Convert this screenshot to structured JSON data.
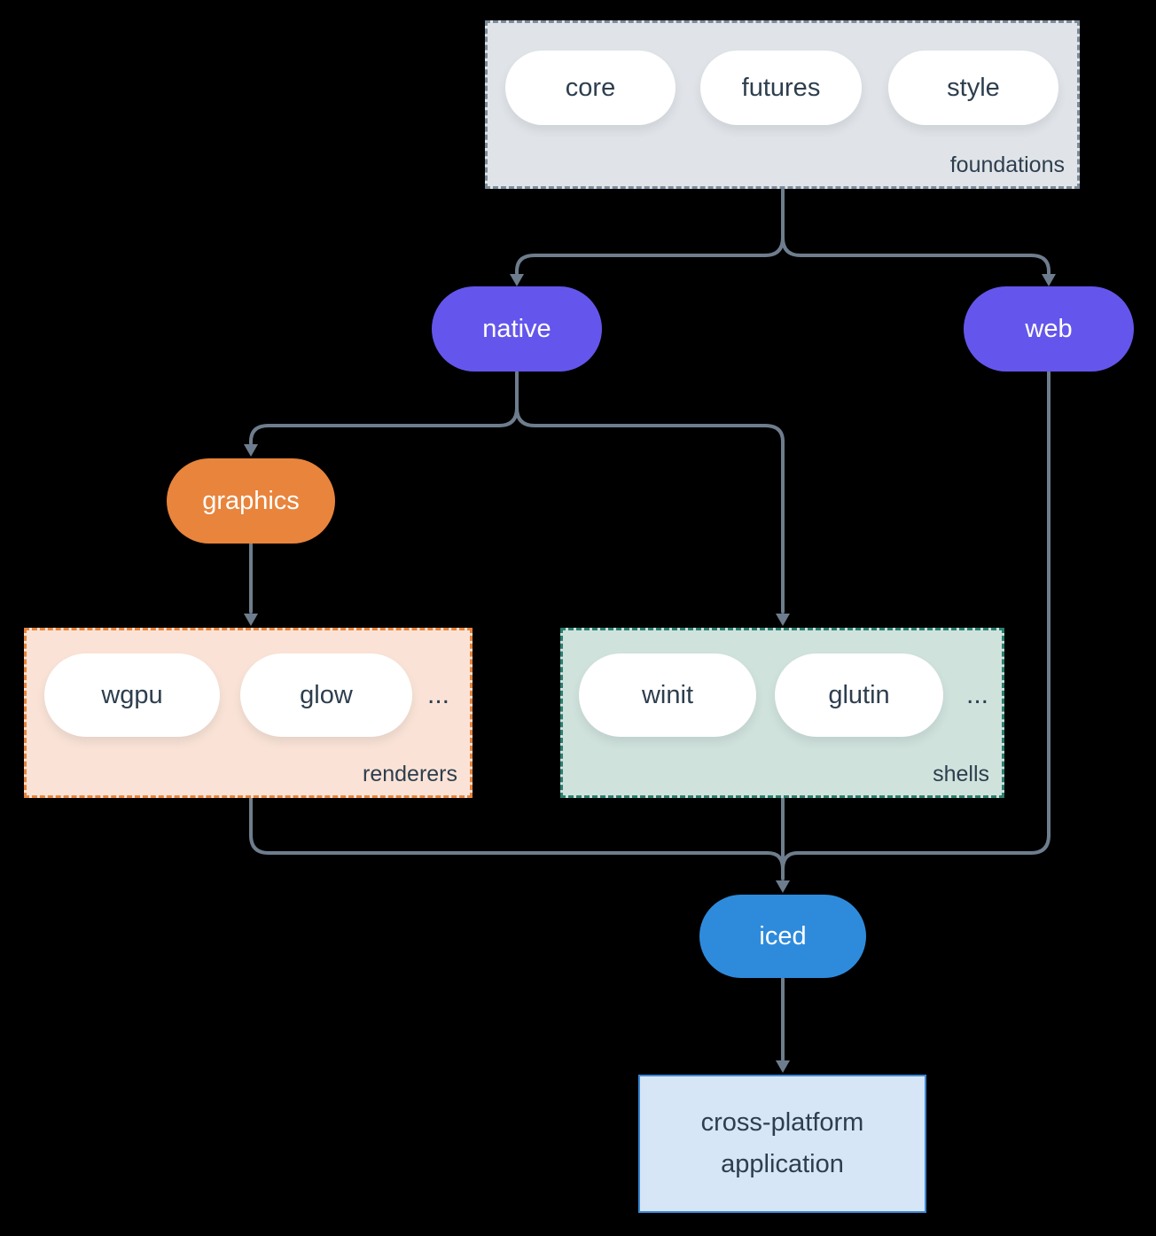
{
  "colors": {
    "background": "#000000",
    "wire": "#6E7D8D",
    "text_dark": "#2D3E4E",
    "node_purple": "#6456EC",
    "node_orange": "#E8843C",
    "node_blue": "#2E8BDC",
    "foundations_fill": "#E0E4E8",
    "foundations_border": "#7C8B9A",
    "renderers_fill": "#FAE3D6",
    "renderers_border": "#E8843C",
    "shells_fill": "#D0E2DC",
    "shells_border": "#2B8070",
    "application_fill": "#D6E6F7",
    "application_border": "#3A87D3"
  },
  "foundations": {
    "label": "foundations",
    "pills": [
      "core",
      "futures",
      "style"
    ]
  },
  "nodes": {
    "native": "native",
    "web": "web",
    "graphics": "graphics",
    "iced": "iced"
  },
  "renderers": {
    "label": "renderers",
    "pills": [
      "wgpu",
      "glow"
    ],
    "ellipsis": "..."
  },
  "shells": {
    "label": "shells",
    "pills": [
      "winit",
      "glutin"
    ],
    "ellipsis": "..."
  },
  "application": {
    "lines": [
      "cross-platform",
      "application"
    ]
  }
}
